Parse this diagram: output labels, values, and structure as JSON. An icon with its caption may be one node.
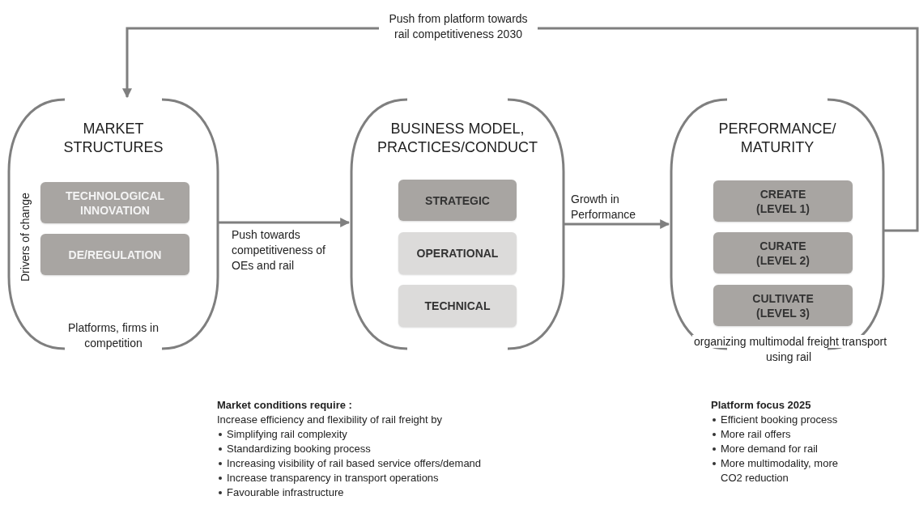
{
  "diagram": {
    "nodes": [
      {
        "text": [
          "MARKET STRUCTURES",
          "Drivers of change",
          "Platforms, firms in competition"
        ]
      },
      {
        "text": [
          "TECHNOLOGICAL INNOVATION"
        ],
        "in": 0
      },
      {
        "text": [
          "DE/REGULATION"
        ],
        "in": 0
      },
      {
        "text": [
          "BUSINESS MODEL, PRACTICES/CONDUCT"
        ]
      },
      {
        "text": [
          "STRATEGIC"
        ],
        "in": 3
      },
      {
        "text": [
          "OPERATIONAL"
        ],
        "in": 3
      },
      {
        "text": [
          "TECHNICAL"
        ],
        "in": 3
      },
      {
        "text": [
          "PERFORMANCE/ MATURITY",
          "organizing multimodal freight transport using rail"
        ]
      },
      {
        "text": [
          "CREATE (LEVEL 1)"
        ],
        "in": 7
      },
      {
        "text": [
          "CURATE (LEVEL 2)"
        ],
        "in": 7
      },
      {
        "text": [
          "CULTIVATE (LEVEL 3)"
        ],
        "in": 7
      }
    ],
    "edges": [
      {
        "from": 0,
        "to": 3,
        "arrow": "to",
        "label": "Push towards competitiveness of OEs and rail"
      },
      {
        "from": 3,
        "to": 7,
        "arrow": "to",
        "label": "Growth in Performance"
      },
      {
        "from": 7,
        "to": 0,
        "arrow": "to",
        "label": "Push from platform towards rail competitiveness 2030"
      }
    ],
    "labels": [
      "Market conditions require :",
      "Increase efficiency and flexibility of rail freight by",
      "Simplifying rail complexity",
      "Standardizing booking process",
      "Increasing visibility of rail based service offers/demand",
      "Increase transparency in transport operations",
      "Favourable infrastructure",
      "Platform focus 2025",
      "Efficient booking process",
      "More rail offers",
      "More demand for rail",
      "More multimodality, more CO2 reduction"
    ]
  }
}
